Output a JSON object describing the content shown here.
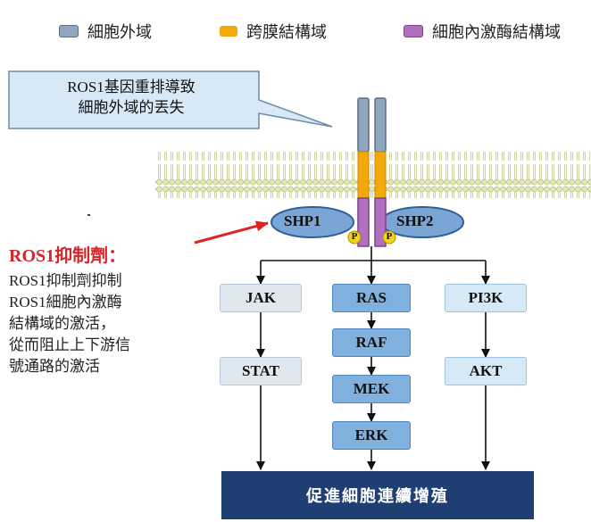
{
  "legend": {
    "items": [
      {
        "label": "細胞外域",
        "color": "#8ea7bf"
      },
      {
        "label": "跨膜結構域",
        "color": "#f3a90c"
      },
      {
        "label": "細胞內激酶結構域",
        "color": "#b06fbf"
      }
    ]
  },
  "callout": {
    "line1": "ROS1基因重排導致",
    "line2": "細胞外域的丟失"
  },
  "inhibitor": {
    "title": "ROS1抑制劑：",
    "body": "ROS1抑制劑抑制\nROS1細胞內激酶\n結構域的激活，\n從而阻止上下游信\n號通路的激活"
  },
  "receptor": {
    "shp1": "SHP1",
    "shp2": "SHP2",
    "p_left": "P",
    "p_right": "P"
  },
  "pathways": {
    "left": [
      "JAK",
      "STAT"
    ],
    "middle": [
      "RAS",
      "RAF",
      "MEK",
      "ERK"
    ],
    "right": [
      "PI3K",
      "AKT"
    ]
  },
  "outcome": "促進細胞連續增殖",
  "colors": {
    "accent_red": "#d3262a",
    "outcome_bg": "#1f3f73"
  }
}
